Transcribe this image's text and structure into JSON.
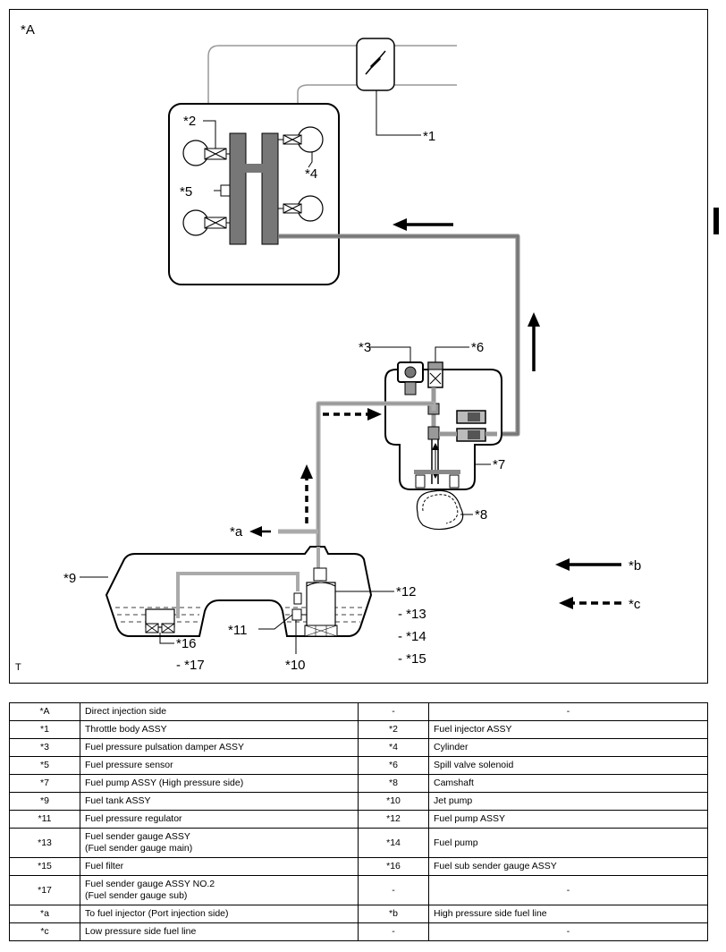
{
  "diagram": {
    "view_label": "*A",
    "corner_mark": "T",
    "callouts": {
      "c1": "*1",
      "c2": "*2",
      "c3": "*3",
      "c4": "*4",
      "c5": "*5",
      "c6": "*6",
      "c7": "*7",
      "c8": "*8",
      "c9": "*9",
      "c10": "*10",
      "c11": "*11",
      "c12": "*12",
      "c13": "- *13",
      "c14": "- *14",
      "c15": "- *15",
      "c16": "*16",
      "c17": "- *17",
      "ca": "*a",
      "cb": "*b",
      "cc": "*c"
    }
  },
  "legend": {
    "rows": [
      {
        "code1": "*A",
        "desc1": [
          "Direct injection side"
        ],
        "code2": "-",
        "desc2": [
          "-"
        ]
      },
      {
        "code1": "*1",
        "desc1": [
          "Throttle body ASSY"
        ],
        "code2": "*2",
        "desc2": [
          "Fuel injector ASSY"
        ]
      },
      {
        "code1": "*3",
        "desc1": [
          "Fuel pressure pulsation damper ASSY"
        ],
        "code2": "*4",
        "desc2": [
          "Cylinder"
        ]
      },
      {
        "code1": "*5",
        "desc1": [
          "Fuel pressure sensor"
        ],
        "code2": "*6",
        "desc2": [
          "Spill valve solenoid"
        ]
      },
      {
        "code1": "*7",
        "desc1": [
          "Fuel pump ASSY (High pressure side)"
        ],
        "code2": "*8",
        "desc2": [
          "Camshaft"
        ]
      },
      {
        "code1": "*9",
        "desc1": [
          "Fuel tank ASSY"
        ],
        "code2": "*10",
        "desc2": [
          "Jet pump"
        ]
      },
      {
        "code1": "*11",
        "desc1": [
          "Fuel pressure regulator"
        ],
        "code2": "*12",
        "desc2": [
          "Fuel pump ASSY"
        ]
      },
      {
        "code1": "*13",
        "desc1": [
          "Fuel sender gauge ASSY",
          "(Fuel sender gauge main)"
        ],
        "code2": "*14",
        "desc2": [
          "Fuel pump"
        ]
      },
      {
        "code1": "*15",
        "desc1": [
          "Fuel filter"
        ],
        "code2": "*16",
        "desc2": [
          "Fuel sub sender gauge ASSY"
        ]
      },
      {
        "code1": "*17",
        "desc1": [
          "Fuel sender gauge ASSY NO.2",
          "(Fuel sender gauge sub)"
        ],
        "code2": "-",
        "desc2": [
          "-"
        ]
      },
      {
        "code1": "*a",
        "desc1": [
          "To fuel injector (Port injection side)"
        ],
        "code2": "*b",
        "desc2": [
          "High pressure side fuel line"
        ]
      },
      {
        "code1": "*c",
        "desc1": [
          "Low pressure side fuel line"
        ],
        "code2": "-",
        "desc2": [
          "-"
        ]
      }
    ]
  }
}
